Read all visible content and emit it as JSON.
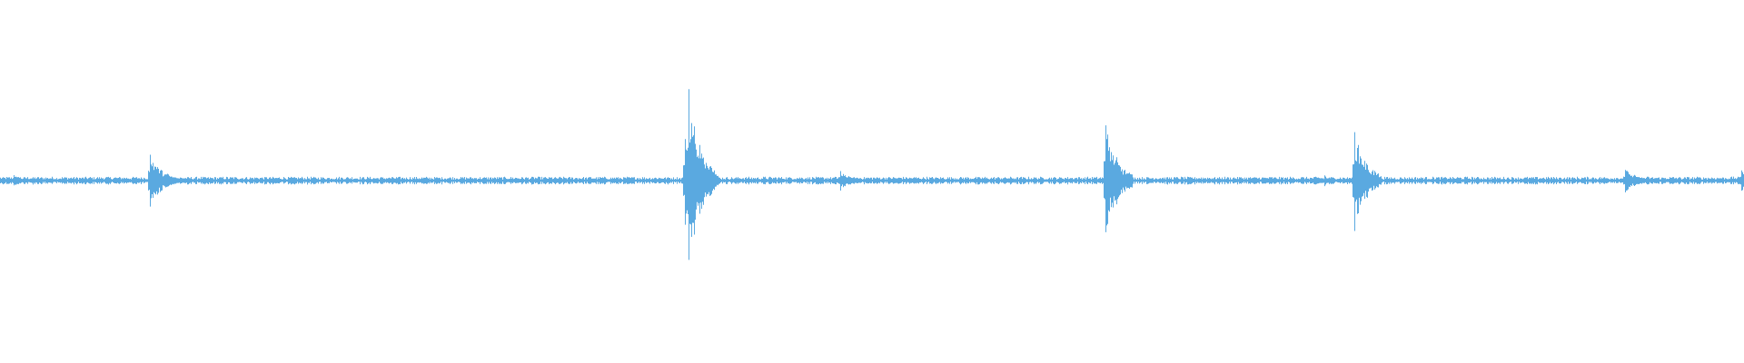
{
  "waveform": {
    "color": "#5aa9e0",
    "background": "#ffffff",
    "baseline_noise_amplitude": 0.035,
    "duration_fraction_events": [
      {
        "position": 0.008,
        "amplitude": 0.06
      },
      {
        "position": 0.086,
        "amplitude": 0.31
      },
      {
        "position": 0.393,
        "amplitude": 0.5
      },
      {
        "position": 0.395,
        "amplitude": 1.0
      },
      {
        "position": 0.397,
        "amplitude": 0.52
      },
      {
        "position": 0.482,
        "amplitude": 0.11
      },
      {
        "position": 0.634,
        "amplitude": 0.61
      },
      {
        "position": 0.76,
        "amplitude": 0.06
      },
      {
        "position": 0.777,
        "amplitude": 0.55
      },
      {
        "position": 0.932,
        "amplitude": 0.13
      },
      {
        "position": 0.999,
        "amplitude": 0.12
      }
    ]
  }
}
